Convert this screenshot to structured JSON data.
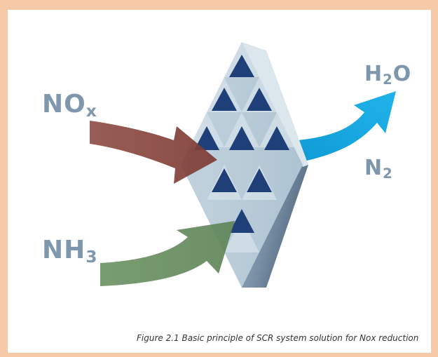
{
  "inputs": {
    "nox": {
      "main": "NO",
      "sub": "x"
    },
    "nh3": {
      "main": "NH",
      "sub": "3"
    }
  },
  "outputs": {
    "h2o": {
      "main": "H",
      "sub": "2",
      "tail": "O"
    },
    "n2": {
      "main": "N",
      "sub": "2"
    }
  },
  "caption": "Figure 2.1 Basic principle of SCR system solution for Nox reduction",
  "colors": {
    "background": "#f6c9a7",
    "label": "#7f97ad",
    "nox_arrow": "#8a4a42",
    "nh3_arrow": "#6b8f65",
    "output_arrow": "#1aa7e0",
    "catalyst_dark": "#1f3f78",
    "catalyst_light": "#b9ccd8"
  }
}
